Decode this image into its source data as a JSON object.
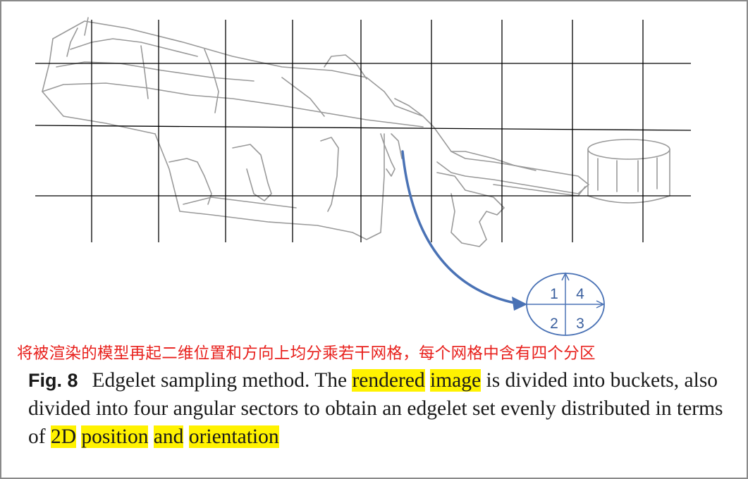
{
  "figure": {
    "sector_labels": [
      "1",
      "4",
      "2",
      "3"
    ],
    "colors": {
      "grid": "#000000",
      "arrow": "#4a72b5",
      "sketch": "#8a8a8a"
    }
  },
  "annotation": {
    "text": "将被渲染的模型再起二维位置和方向上均分乘若干网格，每个网格中含有四个分区",
    "color": "#e8201c"
  },
  "caption": {
    "label": "Fig. 8",
    "parts": [
      {
        "text": "Edgelet sampling method. The ",
        "highlight": false
      },
      {
        "text": "rendered",
        "highlight": true
      },
      {
        "text": " ",
        "highlight": false
      },
      {
        "text": "image",
        "highlight": true
      },
      {
        "text": " is divided into buckets, also divided into four angular sectors to obtain an edgelet set evenly distributed in terms of ",
        "highlight": false
      },
      {
        "text": "2D",
        "highlight": true
      },
      {
        "text": " ",
        "highlight": false
      },
      {
        "text": "position",
        "highlight": true
      },
      {
        "text": " ",
        "highlight": false
      },
      {
        "text": "and",
        "highlight": true
      },
      {
        "text": " ",
        "highlight": false
      },
      {
        "text": "orientation",
        "highlight": true
      }
    ],
    "highlight_color": "#fff200"
  }
}
